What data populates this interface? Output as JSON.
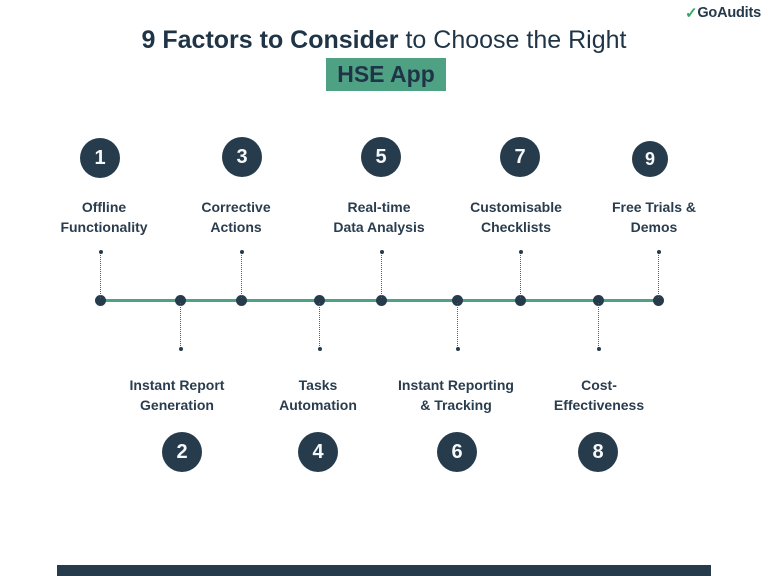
{
  "brand": {
    "check_icon": "✓",
    "logo_text": "GoAudits"
  },
  "title": {
    "bold": "9 Factors to Consider",
    "rest": " to Choose the Right",
    "highlight": "HSE App"
  },
  "colors": {
    "navy": "#263C4D",
    "green": "#4FA183",
    "logo_check_green": "#3BA368",
    "bar_navy": "#263B4C"
  },
  "timeline": {
    "items": [
      {
        "number": "1",
        "label": "Offline\nFunctionality",
        "side": "top"
      },
      {
        "number": "2",
        "label": "Instant Report\nGeneration",
        "side": "bottom"
      },
      {
        "number": "3",
        "label": "Corrective\nActions",
        "side": "top"
      },
      {
        "number": "4",
        "label": "Tasks\nAutomation",
        "side": "bottom"
      },
      {
        "number": "5",
        "label": "Real-time\nData Analysis",
        "side": "top"
      },
      {
        "number": "6",
        "label": "Instant Reporting\n& Tracking",
        "side": "bottom"
      },
      {
        "number": "7",
        "label": "Customisable\nChecklists",
        "side": "top"
      },
      {
        "number": "8",
        "label": "Cost-\nEffectiveness",
        "side": "bottom"
      },
      {
        "number": "9",
        "label": "Free Trials &\nDemos",
        "side": "top"
      }
    ]
  }
}
